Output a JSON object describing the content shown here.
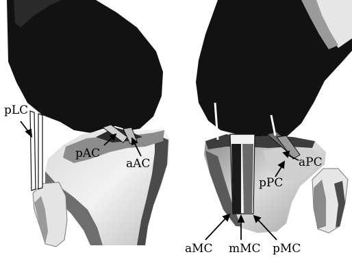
{
  "labels": {
    "pLC": "pLC",
    "pAC": "pAC",
    "aAC": "aAC",
    "aPC": "aPC",
    "pPC": "pPC",
    "aMC": "aMC",
    "mMC": "mMC",
    "pMC": "pMC"
  },
  "colors": {
    "bone_dark": "#121212",
    "bone_light": "#e6e6e6",
    "bone_mid": "#9a9a9a",
    "bone_shade": "#4a4a4a",
    "ligament": "#ffffff",
    "background": "#ffffff"
  }
}
